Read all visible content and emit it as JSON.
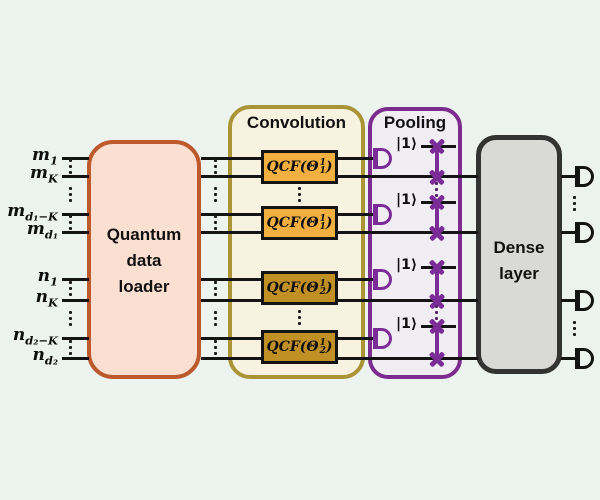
{
  "diagram": {
    "background": "#edf3ee",
    "wire_color": "#141414",
    "inputs": [
      {
        "base": "m",
        "sub": "1"
      },
      {
        "base": "m",
        "sub": "K"
      },
      {
        "base": "m",
        "sub": "d₁−K"
      },
      {
        "base": "m",
        "sub": "d₁"
      },
      {
        "base": "n",
        "sub": "1"
      },
      {
        "base": "n",
        "sub": "K"
      },
      {
        "base": "n",
        "sub": "d₂−K"
      },
      {
        "base": "n",
        "sub": "d₂"
      }
    ],
    "loader": {
      "line1": "Quantum",
      "line2": "data",
      "line3": "loader",
      "fill": "#fbe0d2",
      "border": "#bc5a2e"
    },
    "convolution": {
      "title": "Convolution",
      "fill": "#f8f3e0",
      "border": "#aa9435",
      "gates": [
        {
          "prefix": "QCF(Θ",
          "sup": "1",
          "sub": "1",
          "suffix": ")",
          "fill": "#f2b040"
        },
        {
          "prefix": "QCF(Θ",
          "sup": "1",
          "sub": "1",
          "suffix": ")",
          "fill": "#f2b040"
        },
        {
          "prefix": "QCF(Θ",
          "sup": "1",
          "sub": "2",
          "suffix": ")",
          "fill": "#c19025"
        },
        {
          "prefix": "QCF(Θ",
          "sup": "1",
          "sub": "2",
          "suffix": ")",
          "fill": "#c19025"
        }
      ]
    },
    "pooling": {
      "title": "Pooling",
      "ket": "|1⟩",
      "fill": "#f0eef3",
      "border": "#7c2c8e",
      "accent": "#7c2c96"
    },
    "dense": {
      "line1": "Dense",
      "line2": "layer",
      "fill": "#d9d9d7",
      "border": "#333333"
    }
  }
}
